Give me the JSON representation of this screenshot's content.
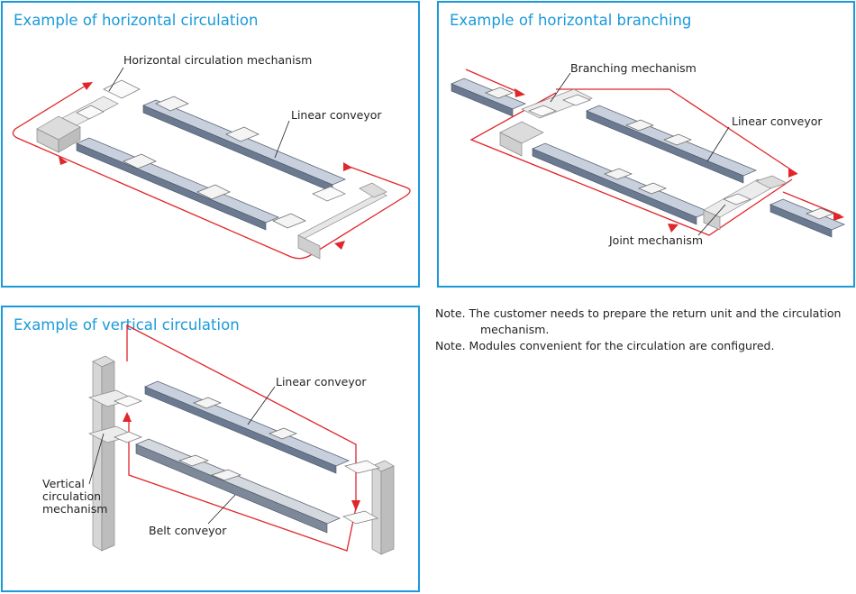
{
  "panels": {
    "horizontal_circulation": {
      "title": "Example of horizontal circulation",
      "labels": {
        "mechanism": "Horizontal circulation mechanism",
        "conveyor": "Linear conveyor"
      }
    },
    "horizontal_branching": {
      "title": "Example of horizontal branching",
      "labels": {
        "branching": "Branching mechanism",
        "conveyor": "Linear conveyor",
        "joint": "Joint mechanism"
      }
    },
    "vertical_circulation": {
      "title": "Example of vertical circulation",
      "labels": {
        "linear": "Linear conveyor",
        "vertical_line1": "Vertical",
        "vertical_line2": "circulation",
        "vertical_line3": "mechanism",
        "belt": "Belt conveyor"
      }
    }
  },
  "notes": [
    {
      "first": "Note. The customer needs to prepare the return unit and the circulation",
      "cont": "mechanism."
    },
    {
      "first": "Note. Modules convenient for the circulation are configured.",
      "cont": ""
    }
  ],
  "colors": {
    "accent_blue": "#1a9ad9",
    "arrow_red": "#e0262a",
    "rail_dark": "#6b7a90",
    "rail_light": "#c7d0dc",
    "carriage": "#f4f4f4"
  }
}
